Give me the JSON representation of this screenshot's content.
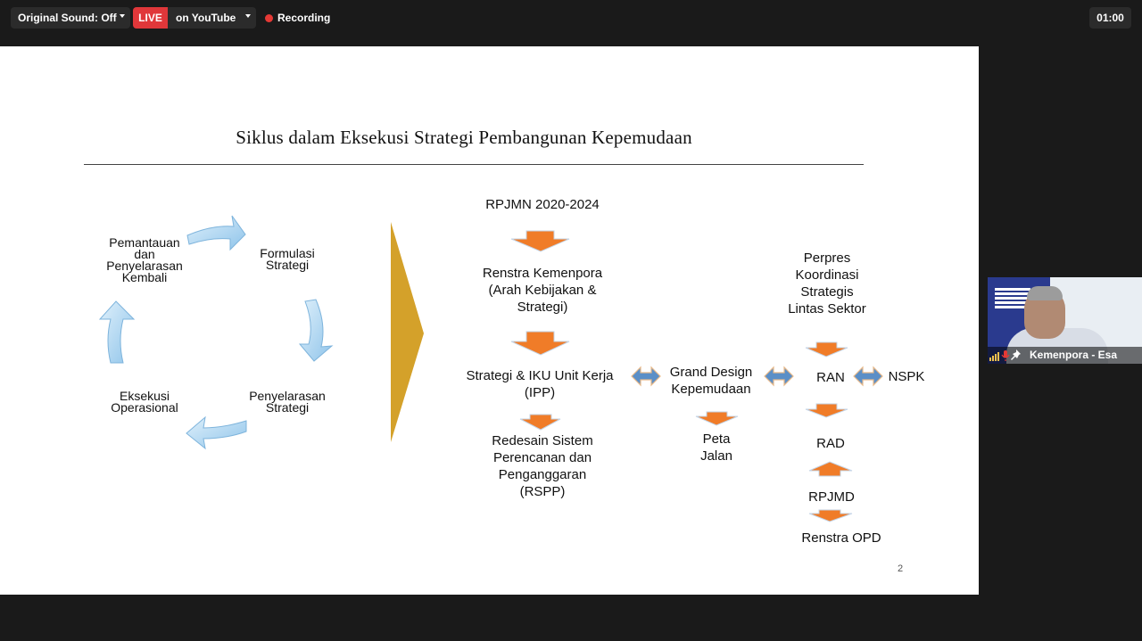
{
  "toolbar": {
    "original_sound": "Original Sound: Off",
    "live_badge": "LIVE",
    "live_platform": "on YouTube",
    "recording": "Recording",
    "timer": "01:00"
  },
  "slide": {
    "title": "Siklus dalam Eksekusi Strategi Pembangunan Kepemudaan",
    "cycle": {
      "pemantauan": "Pemantauan dan Penyelarasan Kembali",
      "formulasi": "Formulasi Strategi",
      "penyelarasan": "Penyelarasan Strategi",
      "eksekusi": "Eksekusi Operasional"
    },
    "flow": {
      "rpjmn": "RPJMN 2020-2024",
      "renstra": "Renstra Kemenpora (Arah Kebijakan & Strategi)",
      "strategi_iku": "Strategi & IKU Unit Kerja (IPP)",
      "redesain": "Redesain Sistem Perencanan dan Penganggaran (RSPP)",
      "grand_design": "Grand Design Kepemudaan",
      "peta_jalan": "Peta Jalan",
      "perpres": "Perpres Koordinasi Strategis Lintas Sektor",
      "ran": "RAN",
      "nspk": "NSPK",
      "rad": "RAD",
      "rpjmd": "RPJMD",
      "renstra_opd": "Renstra OPD"
    },
    "page_number": "2"
  },
  "participant": {
    "name": "Kemenpora - Esa"
  },
  "colors": {
    "live_red": "#e0373a",
    "arrow_orange": "#f07c28",
    "chevron_gold": "#d4a12a",
    "cycle_arrow_blue": "#a8d2f0",
    "double_arrow_blue": "#5b8fc7"
  }
}
